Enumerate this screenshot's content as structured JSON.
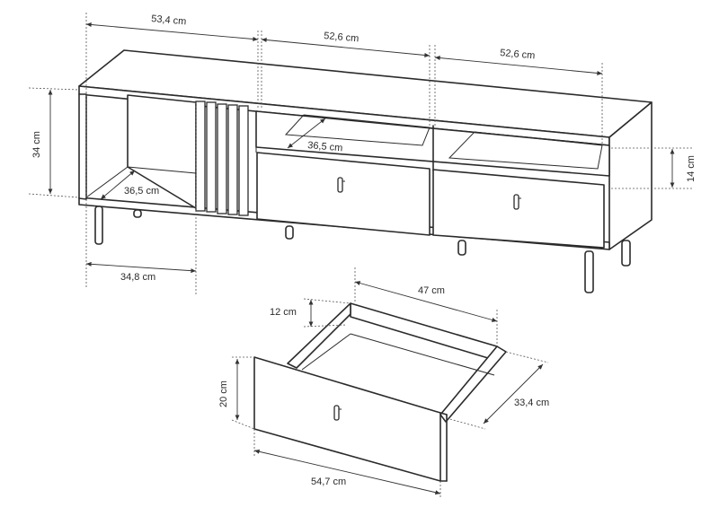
{
  "dimensions": {
    "left_width": "53,4 cm",
    "middle_width": "52,6 cm",
    "right_width": "52,6 cm",
    "height": "34 cm",
    "inner_depth_top": "36,5 cm",
    "inner_depth_left": "36,5 cm",
    "open_width": "34,8 cm",
    "drawer_front_height": "14 cm",
    "drawer_inner_width": "47 cm",
    "drawer_side_height": "12 cm",
    "drawer_front_tall": "20 cm",
    "drawer_depth": "33,4 cm",
    "drawer_front_width": "54,7 cm"
  }
}
